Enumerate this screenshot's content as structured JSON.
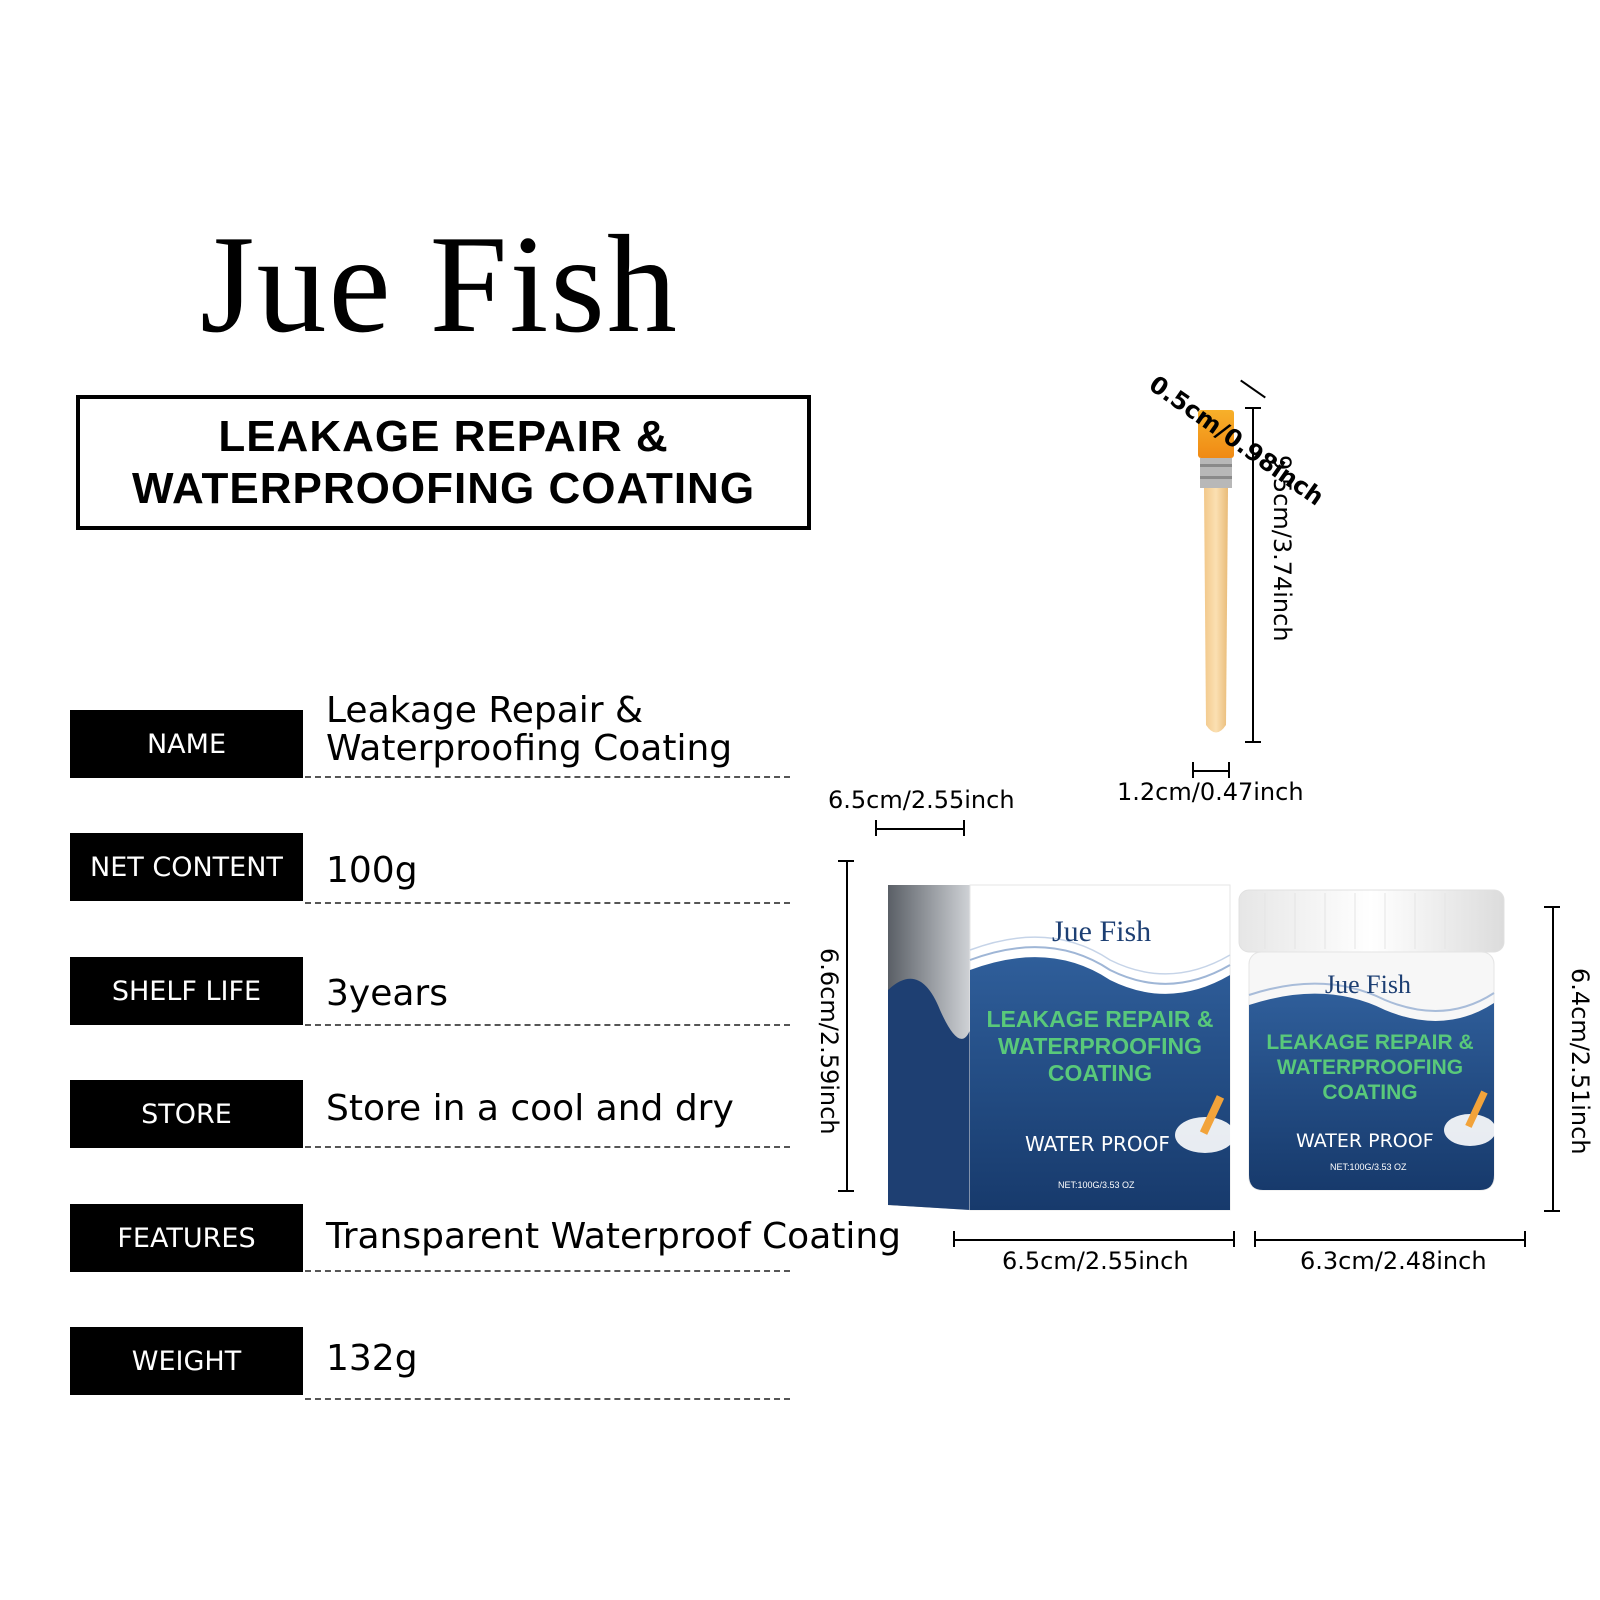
{
  "brand": "Jue Fish",
  "title": {
    "line1": "LEAKAGE REPAIR &",
    "line2": "WATERPROOFING COATING"
  },
  "specs": [
    {
      "label": "NAME",
      "value_line1": "Leakage Repair &",
      "value_line2": "Waterproofing Coating"
    },
    {
      "label": "NET CONTENT",
      "value": "100g"
    },
    {
      "label": "SHELF LIFE",
      "value": "3years"
    },
    {
      "label": "STORE",
      "value": "Store in a cool and dry"
    },
    {
      "label": "FEATURES",
      "value": "Transparent Waterproof Coating"
    },
    {
      "label": "WEIGHT",
      "value": "132g"
    }
  ],
  "brush": {
    "tip_width": "0.5cm/0.98inch",
    "height": "9.5cm/3.74inch",
    "handle_width": "1.2cm/0.47inch"
  },
  "box": {
    "depth": "6.5cm/2.55inch",
    "height": "6.6cm/2.59inch",
    "width": "6.5cm/2.55inch"
  },
  "jar": {
    "height": "6.4cm/2.51inch",
    "width": "6.3cm/2.48inch"
  },
  "package_label": {
    "brand": "Jue Fish",
    "line1": "LEAKAGE REPAIR &",
    "line2": "WATERPROOFING",
    "line3": "COATING",
    "tagline": "WATER PROOF",
    "net_box": "NET:100G/3.53 OZ",
    "net_jar": "NET:100G/3.53 OZ"
  },
  "colors": {
    "navy": "#1d3f73",
    "green_text": "#59c97a",
    "brush_bristle": "#f39a1e",
    "brush_handle": "#f6d29b"
  }
}
